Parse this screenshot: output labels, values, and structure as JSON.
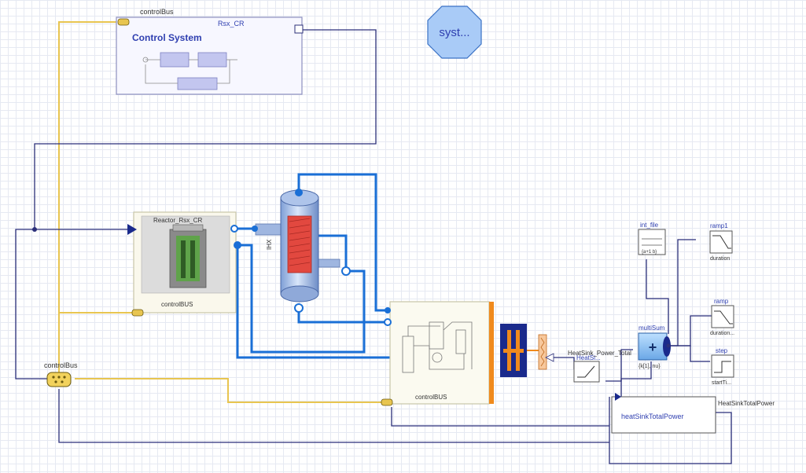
{
  "system_badge": {
    "label": "syst..."
  },
  "control_system": {
    "bus_label": "controlBus",
    "title": "Control System",
    "name": "Rsx_CR"
  },
  "reactor": {
    "name": "Reactor_Rsx_CR",
    "bus_label": "controlBUS"
  },
  "heat_exchanger": {
    "name": "IHX"
  },
  "bop": {
    "bus_label": "controlBUS"
  },
  "heat_sink": {
    "power_label": "HeatSink_Power_Total",
    "block_label": "HeatSi..."
  },
  "multisum": {
    "name": "multiSum",
    "params": "{k[1], nu}"
  },
  "sources": {
    "tableBlock": {
      "name": "int_file",
      "sub": "{a+1 b}"
    },
    "ramp1": {
      "name": "ramp1",
      "sub": "duration"
    },
    "ramp2": {
      "name": "ramp",
      "sub": "duration..."
    },
    "step": {
      "name": "step",
      "sub": "startTi..."
    }
  },
  "heat_sink_total": {
    "block_label": "heatSinkTotalPower",
    "output_label": "HeatSinkTotalPower"
  },
  "bus_connector": {
    "label": "controlBus"
  },
  "colors": {
    "bus": "#e8c550",
    "signal": "#2b2f7a",
    "fluid": "#1a6fd6",
    "orange": "#f08a1c",
    "navy": "#1a2a8c"
  }
}
